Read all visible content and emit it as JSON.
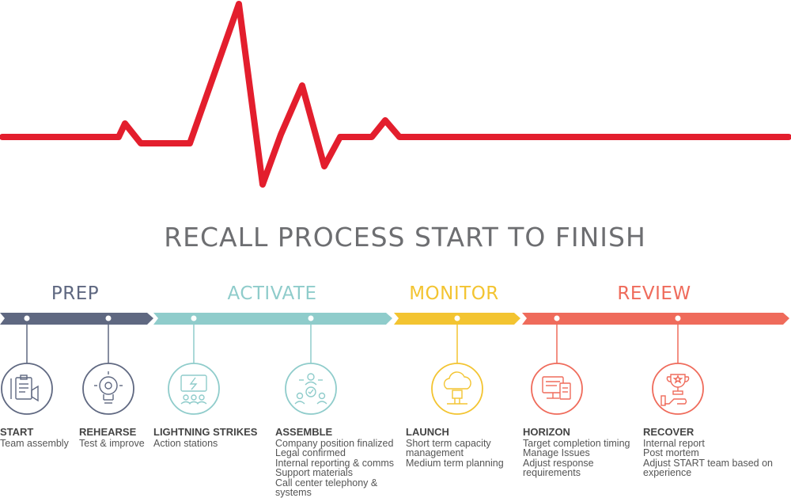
{
  "title": "RECALL PROCESS START TO FINISH",
  "colors": {
    "pulse": "#e31e2d",
    "prep": "#5f6881",
    "activate": "#8fcccb",
    "monitor": "#f3c431",
    "review": "#ef6b5b"
  },
  "phases": [
    {
      "label": "PREP",
      "color": "#5f6881"
    },
    {
      "label": "ACTIVATE",
      "color": "#8fcccb"
    },
    {
      "label": "MONITOR",
      "color": "#f3c431"
    },
    {
      "label": "REVIEW",
      "color": "#ef6b5b"
    }
  ],
  "steps": [
    {
      "name": "START",
      "icon": "clipboard-megaphone-icon",
      "lines": [
        "Team assembly"
      ]
    },
    {
      "name": "REHEARSE",
      "icon": "lightbulb-gear-icon",
      "lines": [
        "Test & improve"
      ]
    },
    {
      "name": "LIGHTNING STRIKES",
      "icon": "lightning-chat-icon",
      "lines": [
        "Action stations"
      ]
    },
    {
      "name": "ASSEMBLE",
      "icon": "team-check-icon",
      "lines": [
        "Company position finalized",
        "Legal confirmed",
        "Internal reporting & comms",
        "Support materials",
        "Call center telephony &",
        "systems"
      ]
    },
    {
      "name": "LAUNCH",
      "icon": "cloud-chip-icon",
      "lines": [
        "Short term capacity",
        "management",
        "Medium term planning"
      ]
    },
    {
      "name": "HORIZON",
      "icon": "monitor-documents-icon",
      "lines": [
        "Target completion timing",
        "Manage Issues",
        "Adjust response",
        "requirements"
      ]
    },
    {
      "name": "RECOVER",
      "icon": "trophy-hand-icon",
      "lines": [
        "Internal report",
        "Post mortem",
        "Adjust START team based on",
        "experience"
      ]
    }
  ]
}
